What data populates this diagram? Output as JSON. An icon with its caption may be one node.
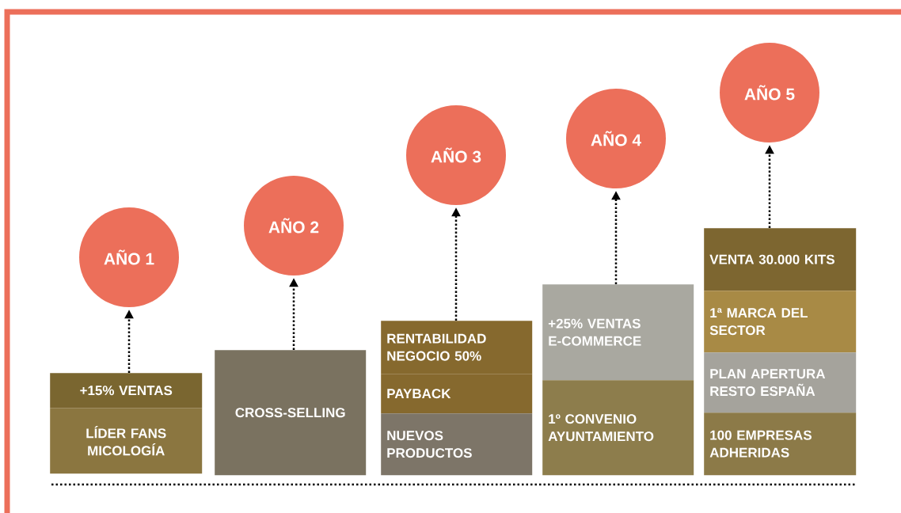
{
  "diagram": {
    "nodes": [
      {
        "text": [
          "AÑO 1"
        ]
      },
      {
        "text": [
          "+15% VENTAS"
        ]
      },
      {
        "text": [
          "LÍDER FANS MICOLOGÍA"
        ]
      },
      {
        "text": [
          "AÑO 2"
        ]
      },
      {
        "text": [
          "CROSS-SELLING"
        ]
      },
      {
        "text": [
          "AÑO 3"
        ]
      },
      {
        "text": [
          "RENTABILIDAD NEGOCIO 50%"
        ]
      },
      {
        "text": [
          "PAYBACK"
        ]
      },
      {
        "text": [
          "NUEVOS PRODUCTOS"
        ]
      },
      {
        "text": [
          "AÑO 4"
        ]
      },
      {
        "text": [
          "+25% VENTAS E-COMMERCE"
        ]
      },
      {
        "text": [
          "1º CONVENIO AYUNTAMIENTO"
        ]
      },
      {
        "text": [
          "AÑO 5"
        ]
      },
      {
        "text": [
          "VENTA 30.000 KITS"
        ]
      },
      {
        "text": [
          "1ª MARCA DEL SECTOR"
        ]
      },
      {
        "text": [
          "PLAN APERTURA RESTO ESPAÑA"
        ]
      },
      {
        "text": [
          "100 EMPRESAS ADHERIDAS"
        ]
      }
    ],
    "edges": [
      {
        "from": 1,
        "to": 0,
        "arrow": "to",
        "style": "dashed"
      },
      {
        "from": 4,
        "to": 3,
        "arrow": "to",
        "style": "dashed"
      },
      {
        "from": 6,
        "to": 5,
        "arrow": "to",
        "style": "dashed"
      },
      {
        "from": 10,
        "to": 9,
        "arrow": "to",
        "style": "dashed"
      },
      {
        "from": 13,
        "to": 12,
        "arrow": "to",
        "style": "dashed"
      }
    ]
  }
}
